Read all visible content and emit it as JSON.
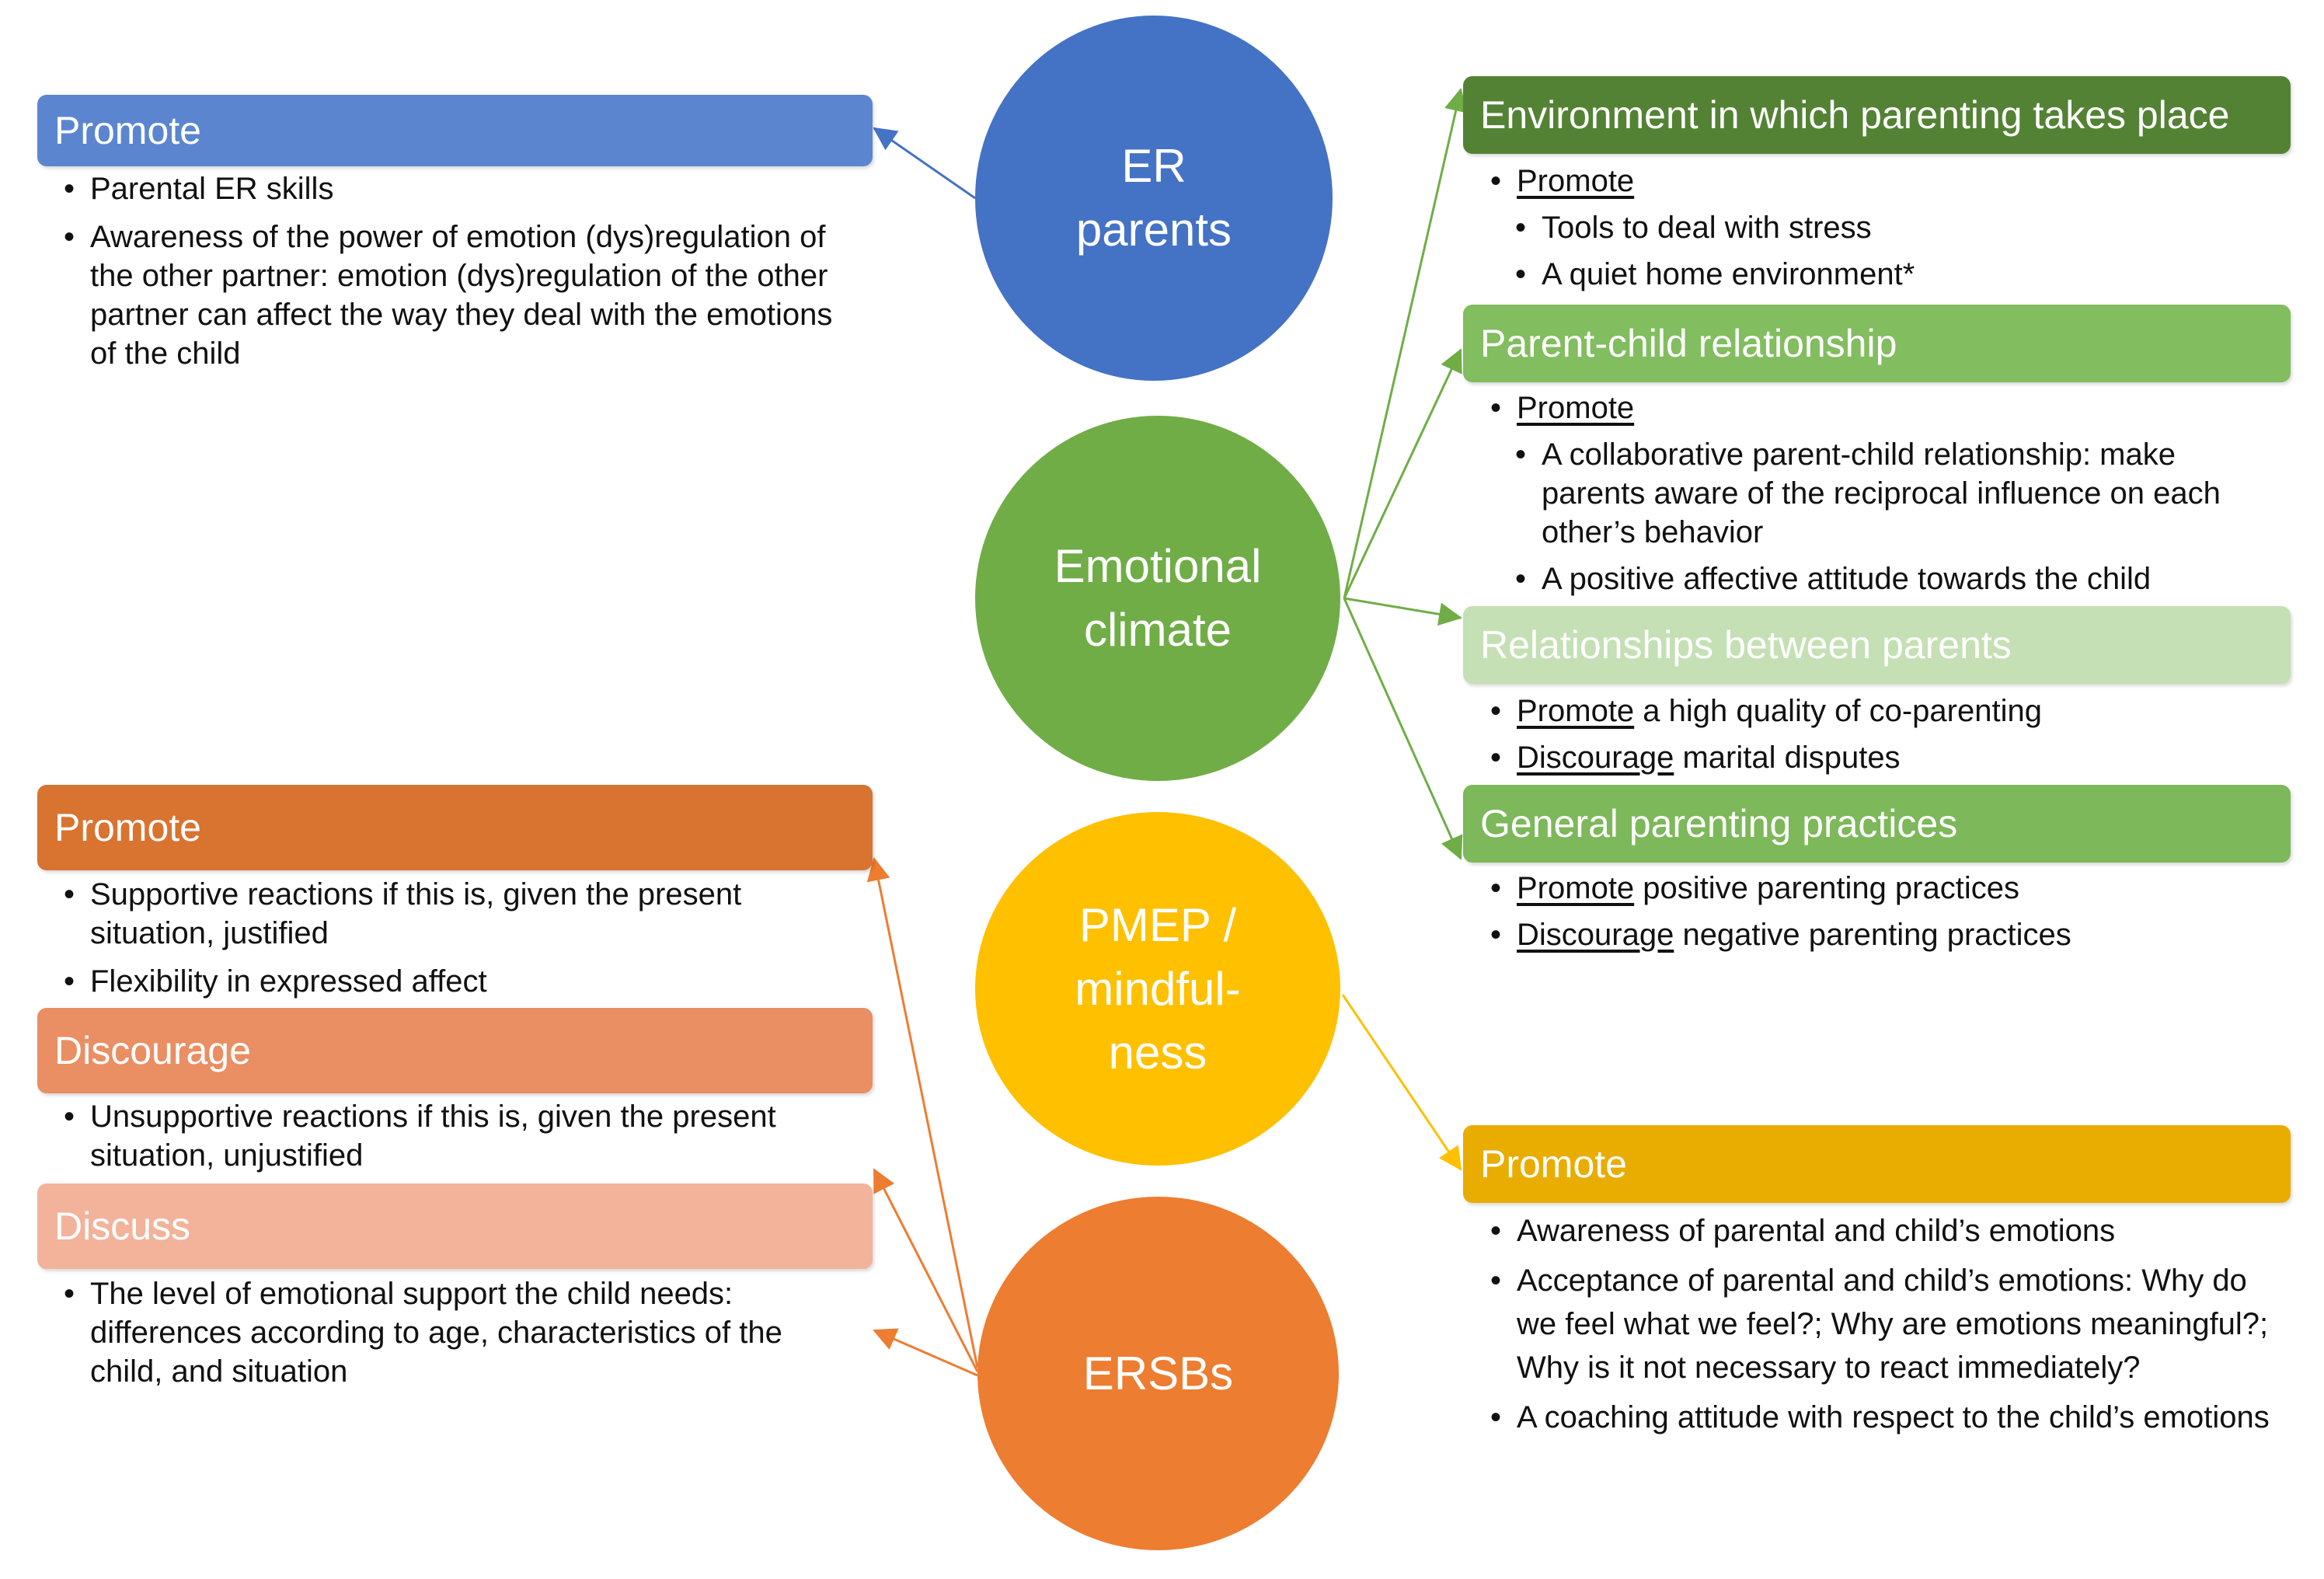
{
  "circles": {
    "er_parents": {
      "line1": "ER",
      "line2": "parents"
    },
    "emotional_climate": {
      "line1": "Emotional",
      "line2": "climate"
    },
    "pmep": {
      "line1": "PMEP /",
      "line2": "mindful-",
      "line3": "ness"
    },
    "ersbs": {
      "line1": "ERSBs"
    }
  },
  "er_parents_panel": {
    "header": "Promote",
    "items": [
      "Parental ER skills",
      "Awareness of the power of emotion (dys)regulation of the other partner: emotion (dys)regulation of the other partner can affect the way they deal with the emotions of the child"
    ]
  },
  "ersbs_panel": {
    "promote": {
      "header": "Promote",
      "items": [
        "Supportive reactions if this is, given the present situation, justified",
        "Flexibility in expressed affect"
      ]
    },
    "discourage": {
      "header": "Discourage",
      "items": [
        "Unsupportive reactions if this is, given the present situation, unjustified"
      ]
    },
    "discuss": {
      "header": "Discuss",
      "items": [
        "The level of emotional support the child needs: differences according to age, characteristics of the child, and situation"
      ]
    }
  },
  "climate_panel": {
    "environment": {
      "header": "Environment in which parenting takes place",
      "lead": "Promote",
      "items": [
        "Tools to deal with stress",
        "A quiet home environment*"
      ]
    },
    "parent_child": {
      "header": "Parent-child relationship",
      "lead": "Promote",
      "items": [
        "A collaborative parent-child relationship: make parents aware of the reciprocal influence on each other’s behavior",
        "A positive affective attitude towards the child"
      ]
    },
    "between_parents": {
      "header": "Relationships between parents",
      "item1_u": "Promote",
      "item1_rest": " a high quality of co-parenting",
      "item2_u": "Discourage",
      "item2_rest": " marital disputes"
    },
    "general": {
      "header": "General parenting practices",
      "item1_u": "Promote",
      "item1_rest": " positive parenting practices",
      "item2_u": "Discourage",
      "item2_rest": " negative parenting practices"
    }
  },
  "pmep_panel": {
    "header": "Promote",
    "items": [
      "Awareness of parental and child’s emotions",
      "Acceptance of parental and child’s emotions: Why do we feel what we feel?; Why are emotions meaningful?; Why is it not necessary to react immediately?",
      "A coaching attitude with respect to the child’s emotions"
    ]
  },
  "colors": {
    "blue": "#4472c4",
    "blue_banner": "#5b86cf",
    "green": "#70ad47",
    "dark_green": "#548235",
    "light_green": "#82bd5f",
    "pale_green": "#c5e0b4",
    "mid_green": "#7db85a",
    "yellow": "#ffc000",
    "gold_banner": "#e8ad00",
    "orange": "#ed7d31",
    "orange_dark": "#d97330",
    "orange_mid": "#ea8f63",
    "orange_light": "#f2b39a"
  }
}
